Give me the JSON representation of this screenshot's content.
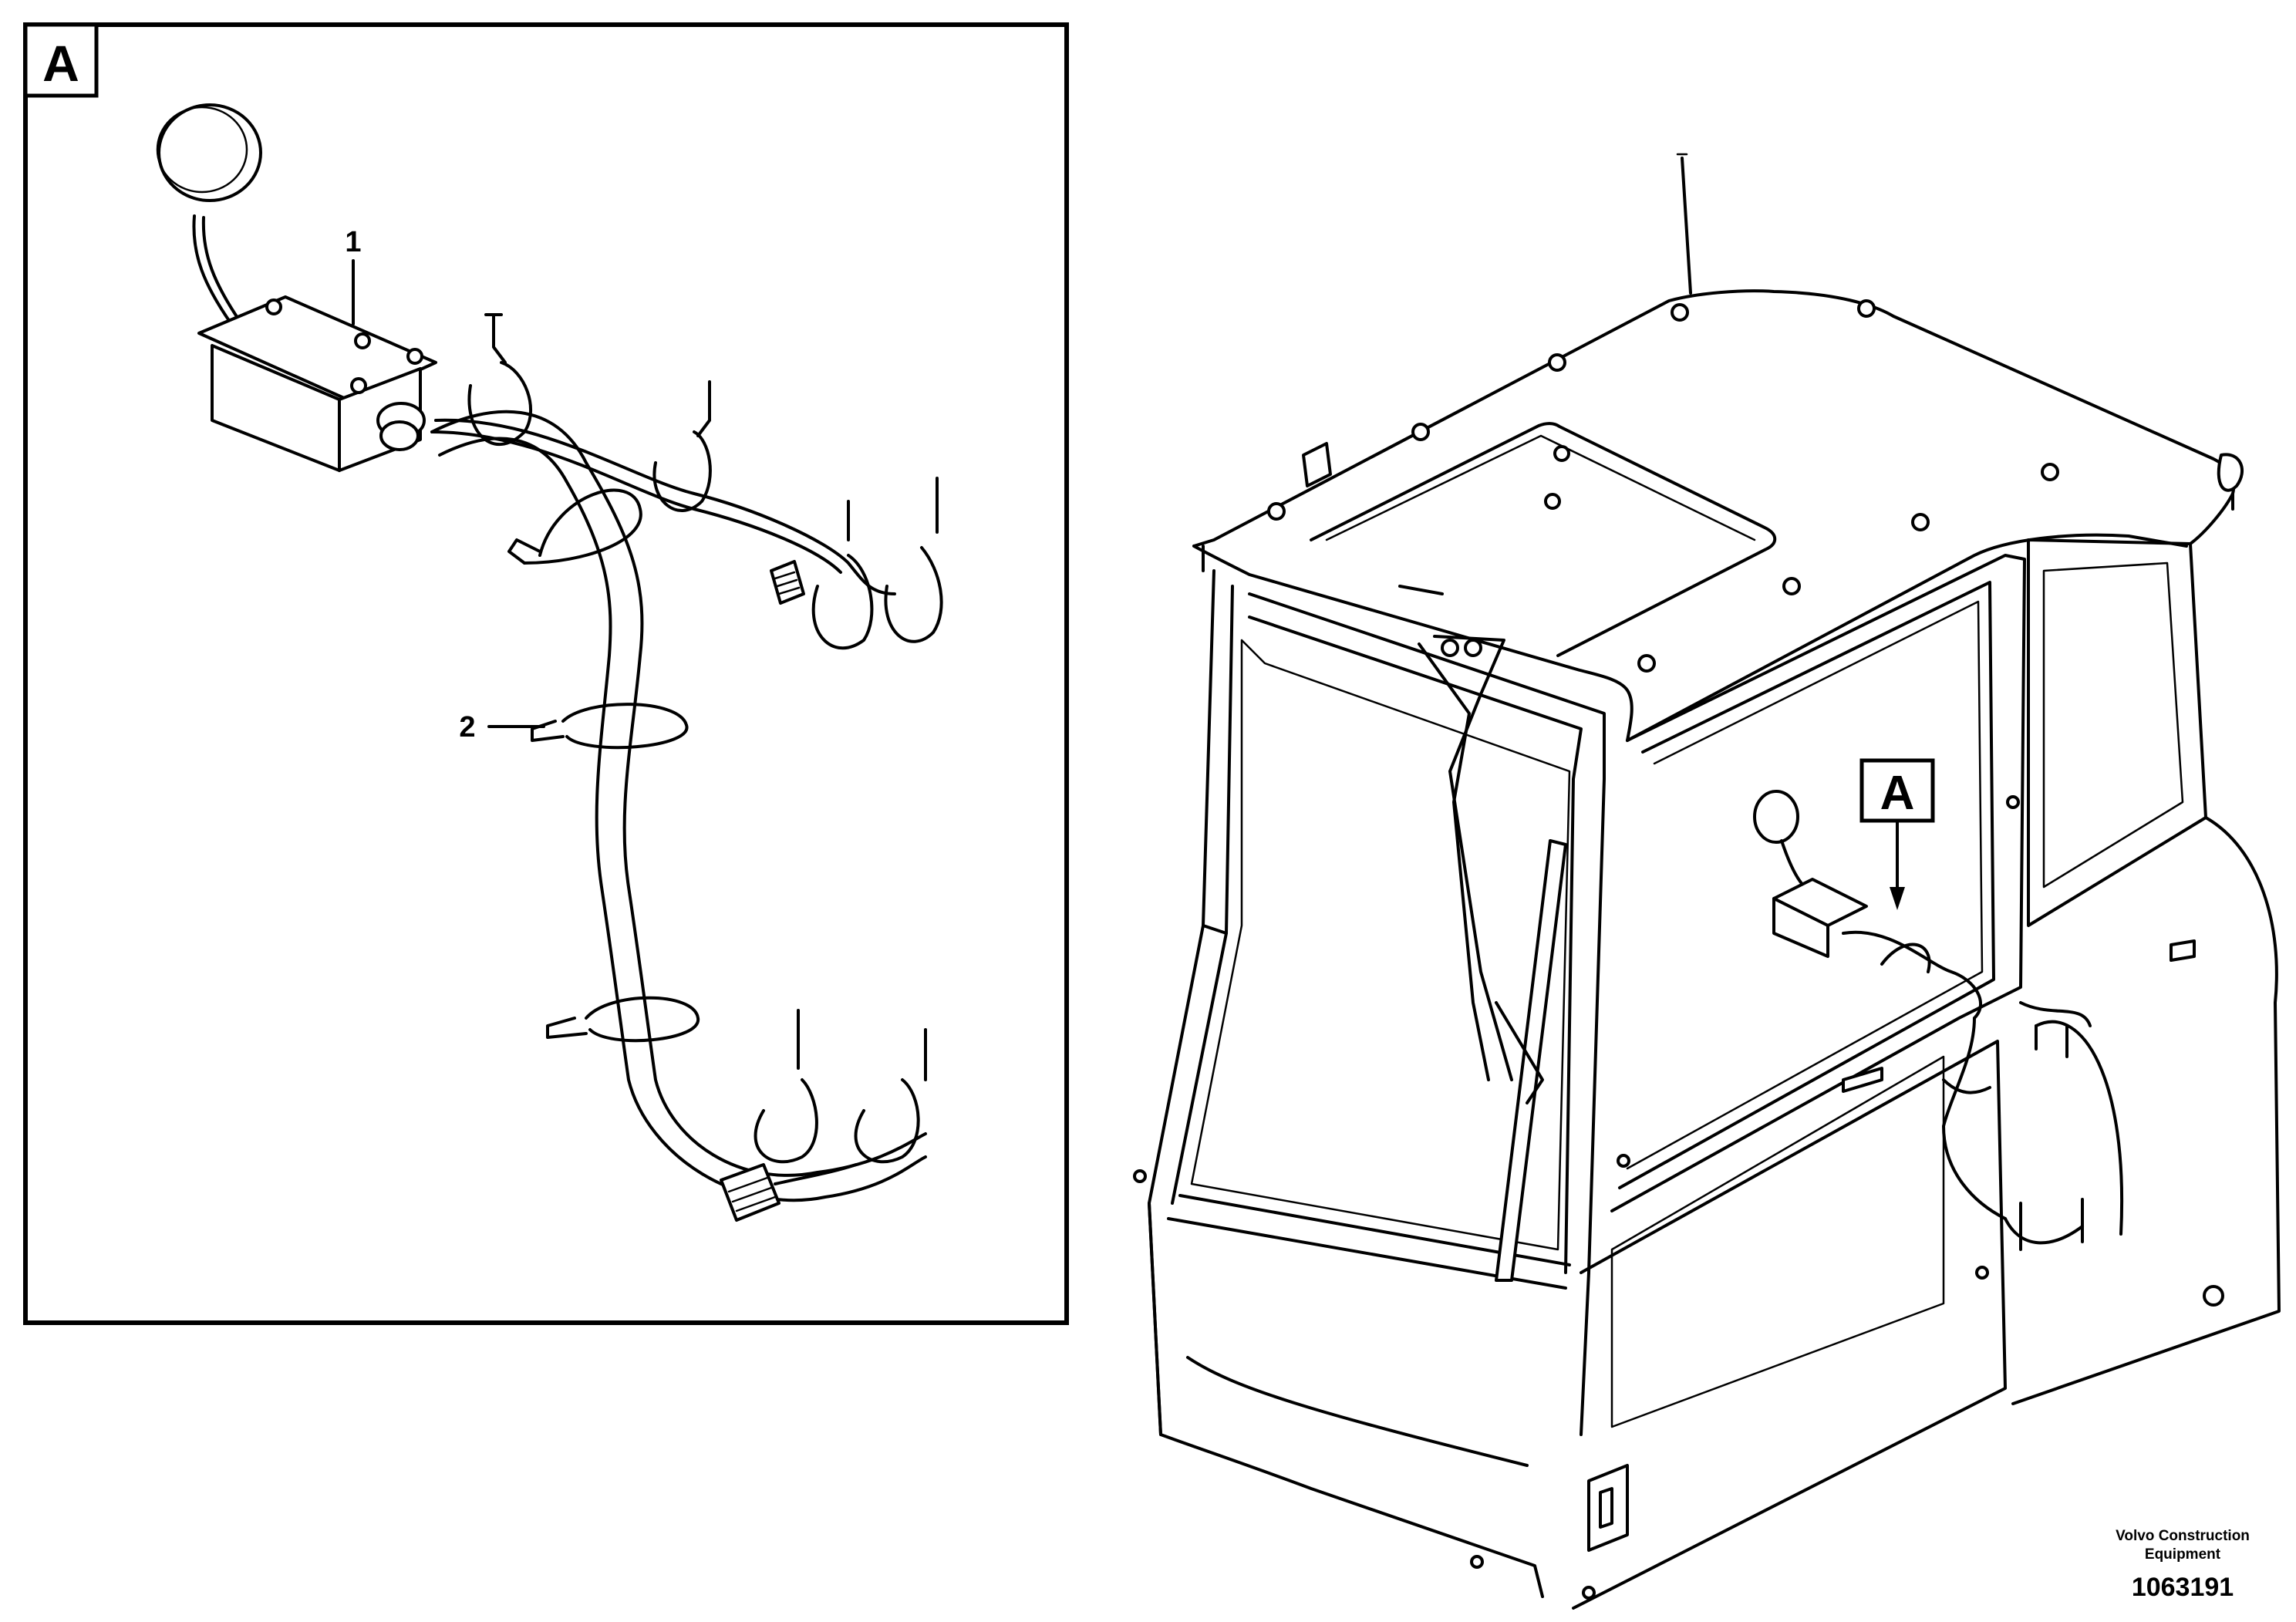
{
  "detail_view": {
    "tag": "A",
    "callouts": [
      {
        "number": "1",
        "part": "control-box"
      },
      {
        "number": "2",
        "part": "cable-tie"
      }
    ]
  },
  "main_view": {
    "view_marker": "A"
  },
  "footer": {
    "company_line1": "Volvo Construction",
    "company_line2": "Equipment",
    "doc_number": "1063191"
  }
}
